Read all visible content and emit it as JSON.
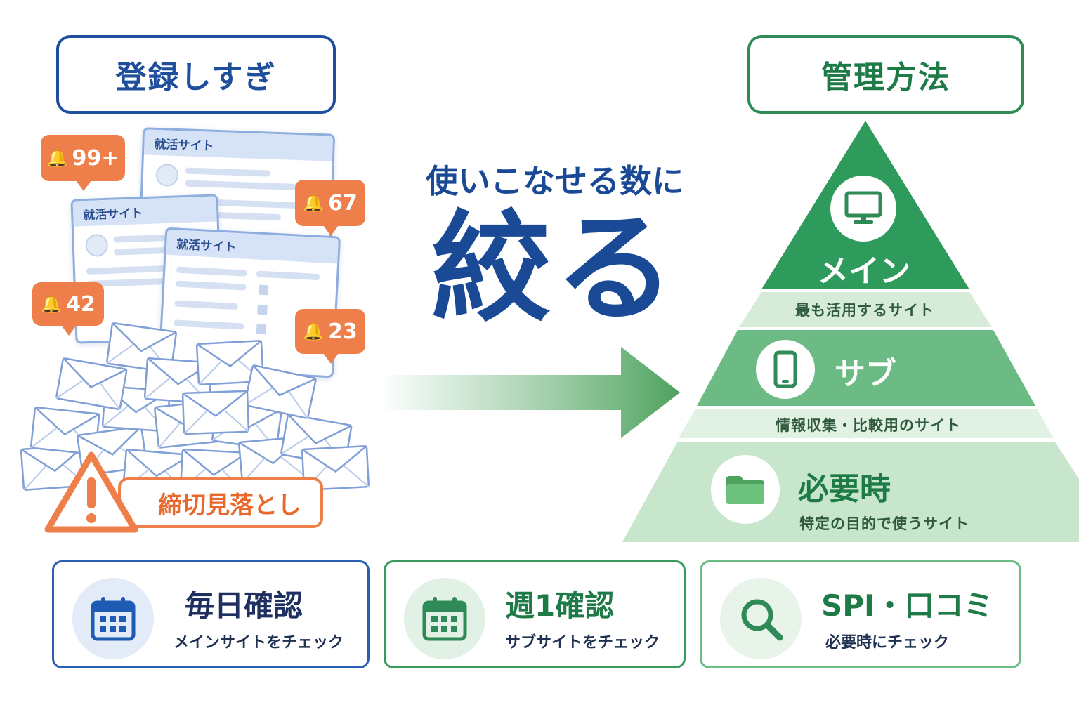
{
  "left_panel": {
    "title": "登録しすぎ",
    "card_header": "就活サイト",
    "badges": [
      "99+",
      "67",
      "42",
      "23"
    ],
    "warning_text": "締切見落とし"
  },
  "center": {
    "subtitle": "使いこなせる数に",
    "main": "絞る"
  },
  "right_panel": {
    "title": "管理方法",
    "tiers": [
      {
        "title": "メイン",
        "desc": "最も活用するサイト",
        "icon": "monitor-icon"
      },
      {
        "title": "サブ",
        "desc": "情報収集・比較用のサイト",
        "icon": "smartphone-icon"
      },
      {
        "title": "必要時",
        "desc": "特定の目的で使うサイト",
        "icon": "folder-icon"
      }
    ]
  },
  "bottom_cards": [
    {
      "title": "毎日確認",
      "desc": "メインサイトをチェック",
      "icon": "calendar-icon"
    },
    {
      "title": "週1確認",
      "desc": "サブサイトをチェック",
      "icon": "calendar-icon"
    },
    {
      "title": "SPI・口コミ",
      "desc": "必要時にチェック",
      "icon": "search-icon"
    }
  ],
  "colors": {
    "blue": "#1f4e9c",
    "green_dark": "#2e8b57",
    "green_mid": "#6dbb84",
    "green_light": "#c8e6cc",
    "orange": "#ef7f4a"
  }
}
